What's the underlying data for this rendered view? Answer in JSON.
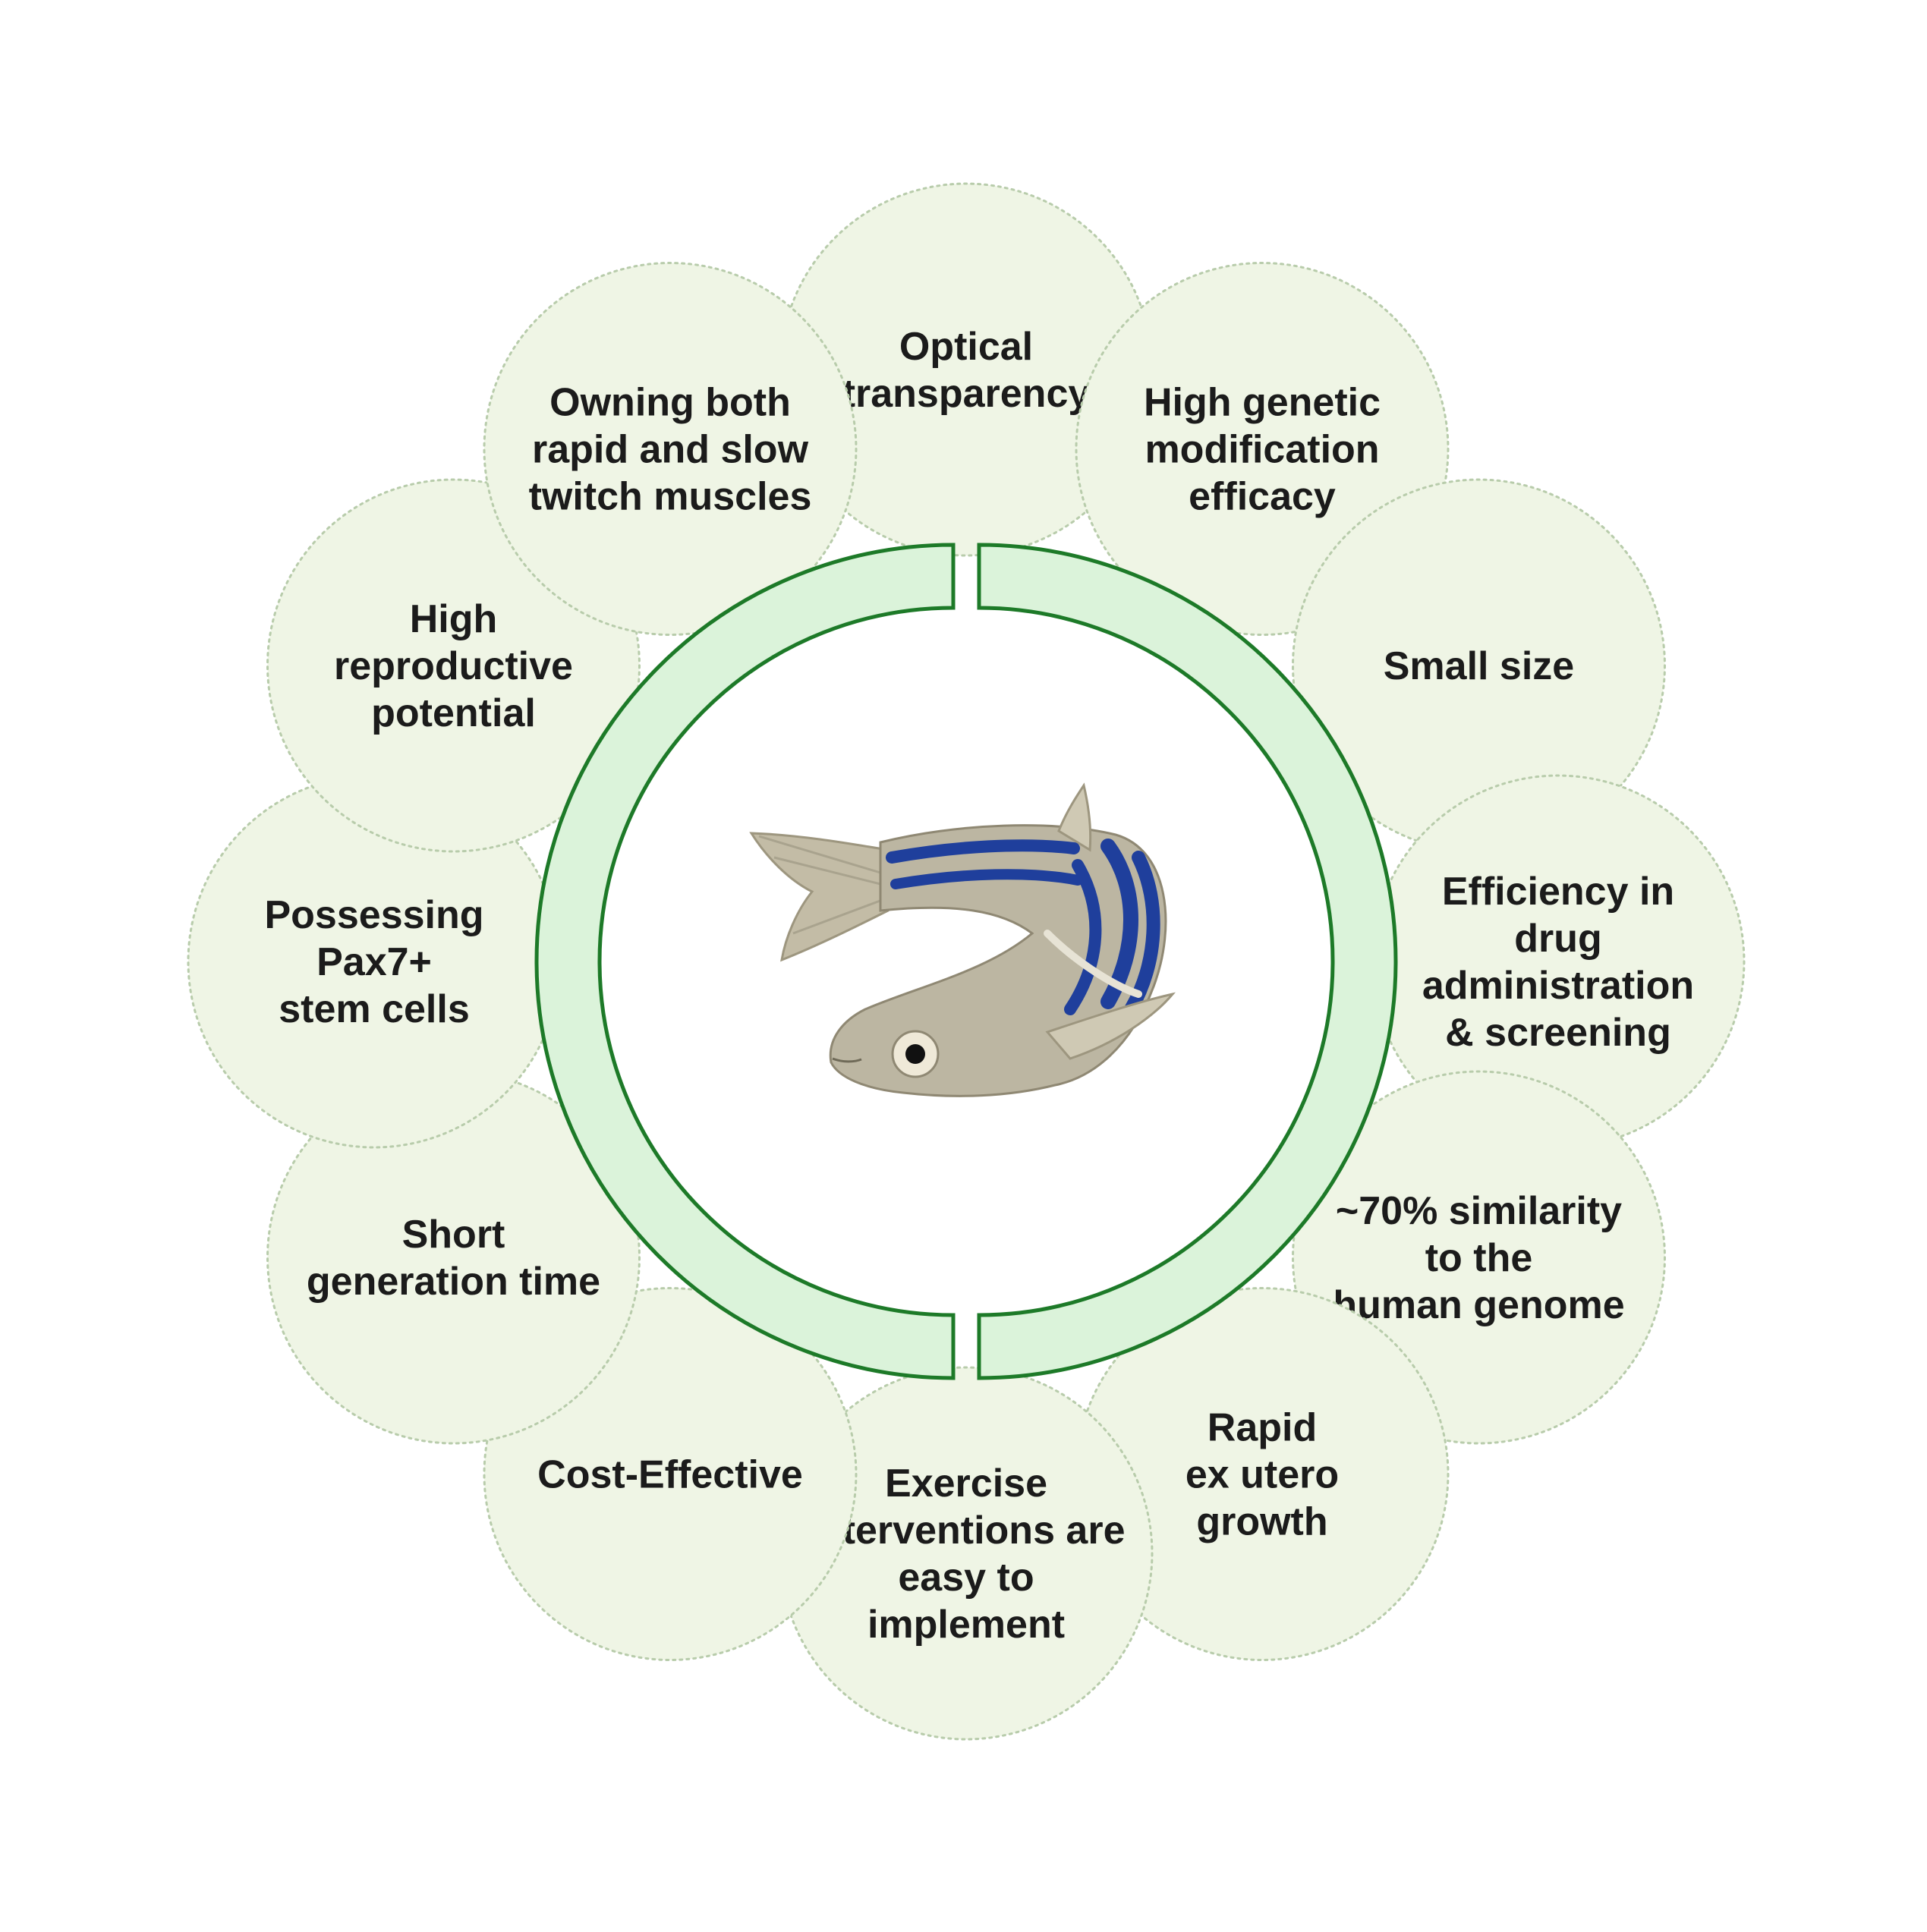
{
  "center": {
    "image": "zebrafish-illustration",
    "colors": {
      "ring_fill": "#dbf3da",
      "ring_stroke": "#1d7a28",
      "node_fill": "#eff5e5",
      "node_stroke": "#b8ccab",
      "connector": "#1e1e1e",
      "fish_body": "#b9b3a0",
      "fish_stripe": "#1f3f9c"
    }
  },
  "nodes": [
    {
      "id": "optical-transparency",
      "lines": [
        "Optical",
        "transparency"
      ]
    },
    {
      "id": "high-genetic-modification-efficacy",
      "lines": [
        "High genetic",
        "modification",
        "efficacy"
      ]
    },
    {
      "id": "small-size",
      "lines": [
        "Small size"
      ]
    },
    {
      "id": "drug-administration-screening",
      "lines": [
        "Efficiency in",
        "drug",
        "administration",
        "& screening"
      ]
    },
    {
      "id": "human-genome-similarity",
      "lines": [
        "~70% similarity",
        "to the",
        "human genome"
      ]
    },
    {
      "id": "rapid-ex-utero-growth",
      "lines": [
        "Rapid",
        "ex utero",
        "growth"
      ]
    },
    {
      "id": "exercise-interventions",
      "lines": [
        "Exercise",
        "interventions are",
        "easy to",
        "implement"
      ]
    },
    {
      "id": "cost-effective",
      "lines": [
        "Cost-Effective"
      ]
    },
    {
      "id": "short-generation-time",
      "lines": [
        "Short",
        "generation time"
      ]
    },
    {
      "id": "pax7-stem-cells",
      "lines": [
        "Possessing",
        "Pax7+",
        "stem cells"
      ]
    },
    {
      "id": "high-reproductive-potential",
      "lines": [
        "High",
        "reproductive",
        "potential"
      ]
    },
    {
      "id": "rapid-and-slow-twitch-muscles",
      "lines": [
        "Owning both",
        "rapid and slow",
        "twitch muscles"
      ]
    }
  ]
}
